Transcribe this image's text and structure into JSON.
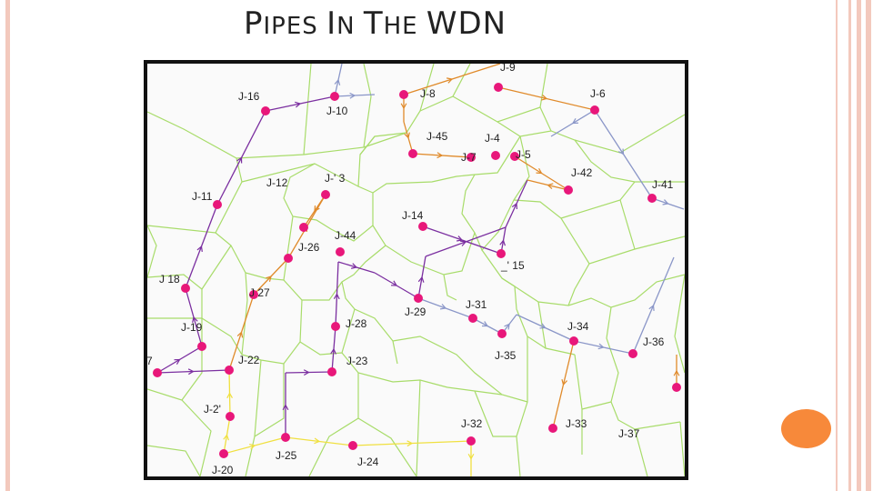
{
  "slide": {
    "title_parts": [
      {
        "text": "P",
        "size": "big"
      },
      {
        "text": "IPES ",
        "size": "small"
      },
      {
        "text": "I",
        "size": "big"
      },
      {
        "text": "N ",
        "size": "small"
      },
      {
        "text": "T",
        "size": "big"
      },
      {
        "text": "HE ",
        "size": "small"
      },
      {
        "text": "WDN",
        "size": "big"
      }
    ]
  },
  "colors": {
    "frame": "#f3c9bd",
    "cell_edges": "#a8dc6a",
    "junction": "#e8177a",
    "accent_circle": "#f7893a",
    "pipe_purple": "#7b2fa0",
    "pipe_orange": "#e08a2a",
    "pipe_blue": "#8a96c8",
    "pipe_yellow": "#f0e040"
  },
  "network": {
    "junctions": [
      {
        "id": "J-16",
        "label": "J-16"
      },
      {
        "id": "J-10",
        "label": "J-10"
      },
      {
        "id": "J-8",
        "label": "J-8"
      },
      {
        "id": "J-6",
        "label": "J-6"
      },
      {
        "id": "J-45",
        "label": "J-45"
      },
      {
        "id": "J-4",
        "label": "J-4"
      },
      {
        "id": "J-7",
        "label": "J-7"
      },
      {
        "id": "J-5",
        "label": "J-5"
      },
      {
        "id": "J-42",
        "label": "J-42"
      },
      {
        "id": "J-41",
        "label": "J-41"
      },
      {
        "id": "J-12",
        "label": "J-12"
      },
      {
        "id": "J-13",
        "label": "J-' 3"
      },
      {
        "id": "J-11",
        "label": "J-11"
      },
      {
        "id": "J-14",
        "label": "J-14"
      },
      {
        "id": "J-44",
        "label": "J-44"
      },
      {
        "id": "J-26",
        "label": "J-26"
      },
      {
        "id": "J-15",
        "label": "_' 15"
      },
      {
        "id": "J-18",
        "label": "J 18"
      },
      {
        "id": "J-27",
        "label": "J 27"
      },
      {
        "id": "J-29",
        "label": "J-29"
      },
      {
        "id": "J-31",
        "label": "J-31"
      },
      {
        "id": "J-28",
        "label": "J-28"
      },
      {
        "id": "J-19",
        "label": "J-19"
      },
      {
        "id": "J-34",
        "label": "J-34"
      },
      {
        "id": "J-36",
        "label": "J-36"
      },
      {
        "id": "J-35",
        "label": "J-35"
      },
      {
        "id": "J-22",
        "label": "J-22"
      },
      {
        "id": "J-23",
        "label": "J-23"
      },
      {
        "id": "J-21",
        "label": "J-2'"
      },
      {
        "id": "J-32",
        "label": "J-32"
      },
      {
        "id": "J-33",
        "label": "J-33"
      },
      {
        "id": "J-37",
        "label": "J-37"
      },
      {
        "id": "J-25",
        "label": "J-25"
      },
      {
        "id": "J-24",
        "label": "J-24"
      },
      {
        "id": "J-20",
        "label": "J-20"
      },
      {
        "id": "J-9",
        "label": "J-9"
      },
      {
        "id": "J-17",
        "label": "7"
      },
      {
        "id": "J-39",
        "label": ""
      },
      {
        "id": "J-38",
        "label": ""
      },
      {
        "id": "J-3",
        "label": ""
      }
    ]
  }
}
